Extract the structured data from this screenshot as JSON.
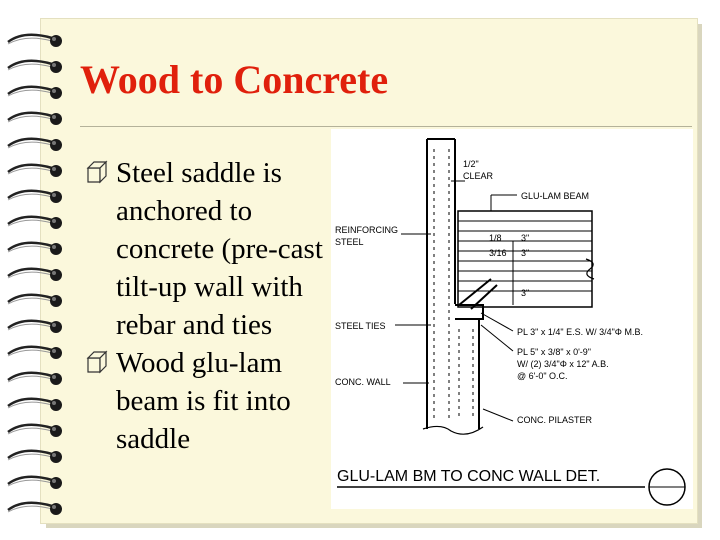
{
  "slide": {
    "title": "Wood to Concrete",
    "bullets": [
      "Steel saddle is anchored to concrete (pre-cast tilt-up wall with rebar and ties",
      "Wood glu-lam beam is fit into saddle"
    ]
  },
  "drawing": {
    "clear_dim": "1/2\"",
    "clear_label": "CLEAR",
    "beam_label": "GLU-LAM BEAM",
    "reinforcing_label_1": "REINFORCING",
    "reinforcing_label_2": "STEEL",
    "dim_1_8": "1/8",
    "dim_3_16": "3/16",
    "dim_3_a": "3\"",
    "dim_3_b": "3\"",
    "dim_3_c": "3\"",
    "ties_label": "STEEL TIES",
    "plate_1": "PL 3\" x 1/4\" E.S. W/ 3/4\"Φ M.B.",
    "plate_2": "PL 5\" x 3/8\" x 0'-9\"",
    "plate_2b": "W/ (2) 3/4\"Φ x 12\" A.B.",
    "plate_2c": "@ 6'-0\" O.C.",
    "wall_label": "CONC. WALL",
    "pilaster_label": "CONC. PILASTER",
    "detail_title": "GLU-LAM BM TO CONC WALL DET."
  },
  "colors": {
    "title": "#e0200c",
    "background": "#fbf8dc"
  }
}
